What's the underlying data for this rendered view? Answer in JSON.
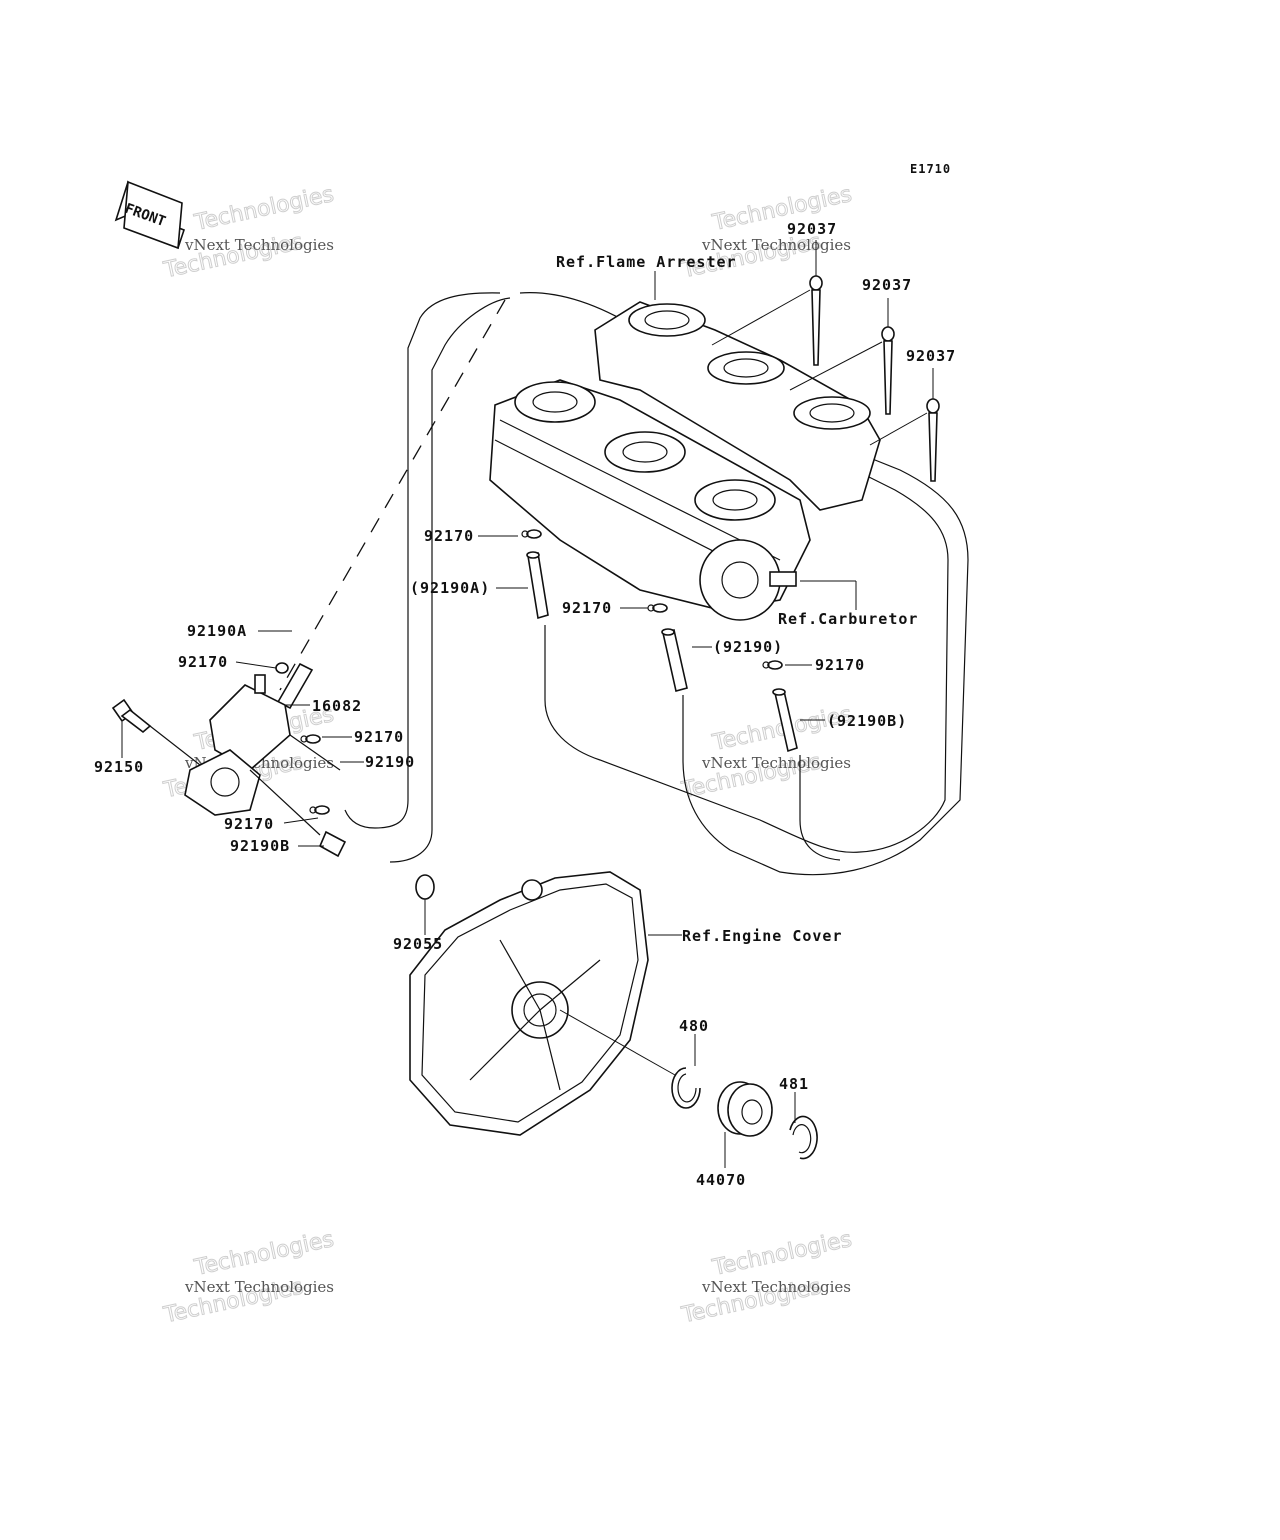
{
  "diagram_code": "E1710",
  "front_label": "FRONT",
  "watermark": {
    "line1": "vNext Technologies",
    "line2": "Technologies"
  },
  "refs": {
    "flame_arrester": "Ref.Flame Arrester",
    "carburetor": "Ref.Carburetor",
    "engine_cover": "Ref.Engine Cover"
  },
  "parts": {
    "p92037_a": "92037",
    "p92037_b": "92037",
    "p92037_c": "92037",
    "p92170_a": "92170",
    "p92190A_paren": "(92190A)",
    "p92170_b": "92170",
    "p92190_paren": "(92190)",
    "p92170_c": "92170",
    "p92190B_paren": "(92190B)",
    "p92190A": "92190A",
    "p92170_d": "92170",
    "p16082": "16082",
    "p92170_e": "92170",
    "p92190": "92190",
    "p92150": "92150",
    "p92170_f": "92170",
    "p92190B": "92190B",
    "p92055": "92055",
    "p480": "480",
    "p481": "481",
    "p44070": "44070"
  }
}
